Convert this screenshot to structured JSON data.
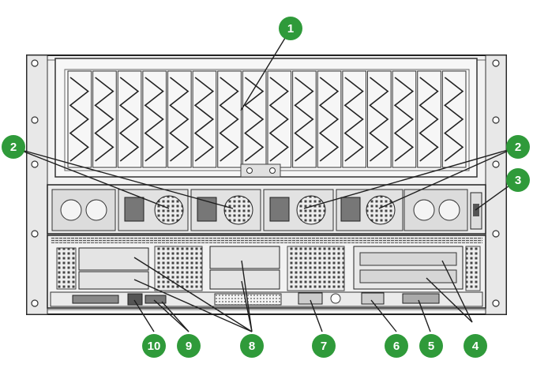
{
  "figure": {
    "callouts": [
      {
        "id": 1,
        "label": "1"
      },
      {
        "id": 2,
        "label": "2"
      },
      {
        "id": 3,
        "label": "3"
      },
      {
        "id": 4,
        "label": "4"
      },
      {
        "id": 5,
        "label": "5"
      },
      {
        "id": 6,
        "label": "6"
      },
      {
        "id": 7,
        "label": "7"
      },
      {
        "id": 8,
        "label": "8"
      },
      {
        "id": 9,
        "label": "9"
      },
      {
        "id": 10,
        "label": "10"
      }
    ],
    "colors": {
      "callout_fill": "#2f9a3a",
      "callout_text": "#ffffff",
      "line": "#1f1f1f",
      "chassis": "#ececec",
      "chassis_dark": "#3a3a3a",
      "panel_gray": "#d9d9d9"
    }
  }
}
